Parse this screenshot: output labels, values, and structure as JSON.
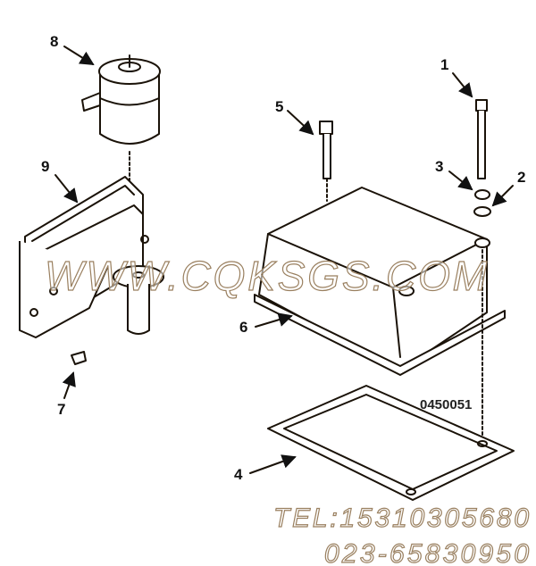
{
  "callouts": [
    "1",
    "2",
    "3",
    "4",
    "5",
    "6",
    "7",
    "8",
    "9"
  ],
  "figure_code": "0450051",
  "watermark": {
    "site": "WWW.CQKSGS.COM",
    "tel": "TEL:15310305680",
    "phone": "023-65830950"
  },
  "colors": {
    "line": "#1a1208",
    "watermark_outline": "#9a8060"
  }
}
